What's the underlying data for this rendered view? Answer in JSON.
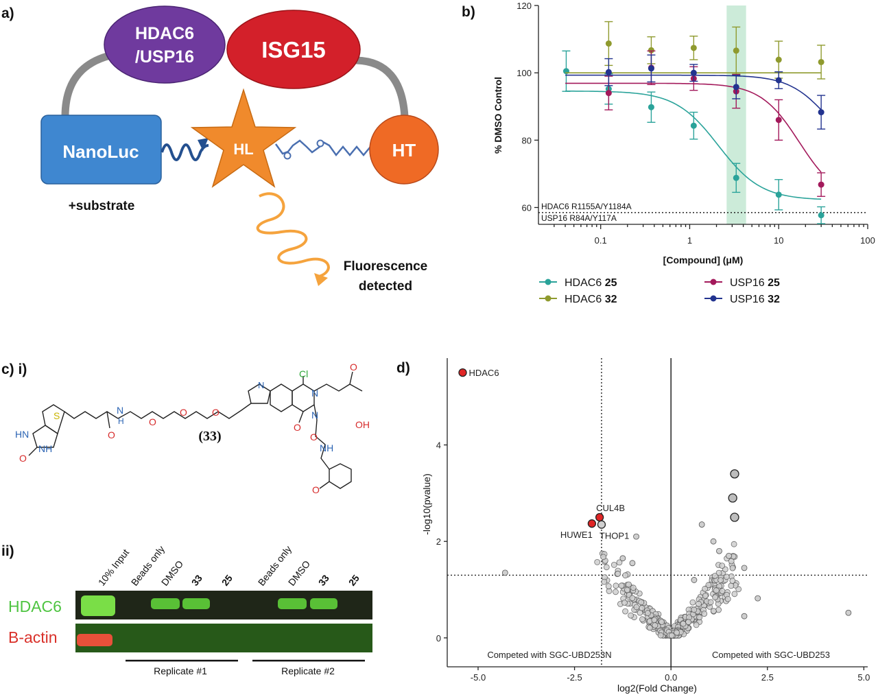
{
  "panel_a": {
    "letter": "a)",
    "hdac_label_1": "HDAC6",
    "hdac_label_2": "/USP16",
    "isg15_label": "ISG15",
    "nanoluc_label": "NanoLuc",
    "hl_label": "HL",
    "ht_label": "HT",
    "substrate_label": "+substrate",
    "fluor_label_1": "Fluorescence",
    "fluor_label_2": "detected",
    "colors": {
      "hdac": "#6f3a9e",
      "isg15": "#d3202a",
      "nanoluc": "#3f87d0",
      "hl": "#f08a2c",
      "ht": "#ef6a25",
      "linker": "#8a8a8a"
    }
  },
  "panel_b": {
    "letter": "b)",
    "threshold_label_1": "HDAC6 R1155A/Y1184A",
    "threshold_label_2": "USP16 R84A/Y117A",
    "legend": [
      {
        "name": "HDAC6",
        "bold": "25",
        "color": "#2aa39a"
      },
      {
        "name": "HDAC6",
        "bold": "32",
        "color": "#8f9a2e"
      },
      {
        "name": "USP16",
        "bold": "25",
        "color": "#a3195b"
      },
      {
        "name": "USP16",
        "bold": "32",
        "color": "#22338f"
      }
    ]
  },
  "chart_data": [
    {
      "type": "scatter",
      "title": "",
      "xlabel": "[Compound] (μM)",
      "ylabel": "% DMSO Control",
      "xscale": "log",
      "xlim": [
        0.02,
        100
      ],
      "ylim": [
        55,
        120
      ],
      "x_ticks": [
        "0.1",
        "1",
        "10",
        "100"
      ],
      "y_ticks": [
        "60",
        "80",
        "100",
        "120"
      ],
      "threshold_y": 58.5,
      "highlight_x_range": [
        2.6,
        4.3
      ],
      "series": [
        {
          "name": "HDAC6 25",
          "x": [
            0.041,
            0.123,
            0.37,
            1.11,
            3.33,
            10,
            30
          ],
          "y": [
            100.5,
            95.2,
            89.8,
            84.3,
            68.8,
            63.8,
            57.7
          ],
          "err": [
            6.0,
            4.5,
            4.5,
            4.0,
            4.3,
            4.5,
            2.5
          ],
          "fit": {
            "top": 94.6,
            "bottom": 62.2,
            "ec50": 2.1,
            "hill": 1.8
          }
        },
        {
          "name": "HDAC6 32",
          "x": [
            0.123,
            0.37,
            1.11,
            3.33,
            10,
            30
          ],
          "y": [
            108.7,
            106.7,
            107.4,
            106.6,
            103.9,
            103.2
          ],
          "err": [
            6.5,
            4.0,
            3.5,
            7.0,
            5.5,
            5.0
          ],
          "fit": {
            "top": 100.0,
            "bottom": 100.0,
            "ec50": 100,
            "hill": 1
          }
        },
        {
          "name": "USP16 25",
          "x": [
            0.123,
            0.37,
            1.11,
            3.33,
            10,
            30
          ],
          "y": [
            94.0,
            101.5,
            98.3,
            94.5,
            86.0,
            66.8
          ],
          "err": [
            5.0,
            5.0,
            3.5,
            5.0,
            6.0,
            3.5
          ],
          "fit": {
            "top": 96.9,
            "bottom": 62.0,
            "ec50": 17,
            "hill": 2.0
          }
        },
        {
          "name": "USP16 32",
          "x": [
            0.123,
            0.37,
            1.11,
            3.33,
            10,
            30
          ],
          "y": [
            100.2,
            101.3,
            100.0,
            95.8,
            97.8,
            88.3
          ],
          "err": [
            4.0,
            4.0,
            2.5,
            3.5,
            2.5,
            5.0
          ],
          "fit": {
            "top": 99.3,
            "bottom": 75.0,
            "ec50": 35,
            "hill": 2.0
          }
        }
      ]
    },
    {
      "type": "scatter",
      "title": "",
      "xlabel": "log2(Fold Change)",
      "ylabel": "-log10(pvalue)",
      "xlim": [
        -5.8,
        5.1
      ],
      "ylim": [
        -0.6,
        5.8
      ],
      "x_ticks": [
        "-5.0",
        "-2.5",
        "0.0",
        "2.5",
        "5.0"
      ],
      "y_ticks": [
        "0",
        "2",
        "4"
      ],
      "vline_x": -1.8,
      "hline_y": 1.3,
      "left_annotation": "Competed with SGC-UBD253N",
      "right_annotation": "Competed with SGC-UBD253",
      "highlighted": [
        {
          "label": "HDAC6",
          "x": -5.4,
          "y": 5.5
        },
        {
          "label": "CUL4B",
          "x": -1.85,
          "y": 2.5
        },
        {
          "label": "HUWE1",
          "x": -2.05,
          "y": 2.37
        }
      ],
      "labeled_grey": [
        {
          "label": "THOP1",
          "x": -1.8,
          "y": 2.35
        }
      ],
      "large_grey": [
        {
          "x": 1.65,
          "y": 3.4
        },
        {
          "x": 1.6,
          "y": 2.9
        },
        {
          "x": 1.65,
          "y": 2.5
        }
      ]
    }
  ],
  "panel_c": {
    "letter": "c) i)",
    "compound_label": "(33)",
    "atoms": {
      "S": "S",
      "HN": "HN",
      "NH": "NH",
      "O": "O",
      "H": "H",
      "N": "N",
      "Cl": "Cl",
      "OH": "OH"
    },
    "sub_letter": "ii)",
    "blot_cols": [
      "10% Input",
      "Beads only",
      "DMSO",
      "33",
      "25",
      "Beads only",
      "DMSO",
      "33",
      "25"
    ],
    "row_labels": [
      "HDAC6",
      "B-actin"
    ],
    "row_label_colors": [
      "#4ec441",
      "#d9312a"
    ],
    "replicates": [
      "Replicate #1",
      "Replicate #2"
    ]
  },
  "panel_d": {
    "letter": "d)"
  }
}
